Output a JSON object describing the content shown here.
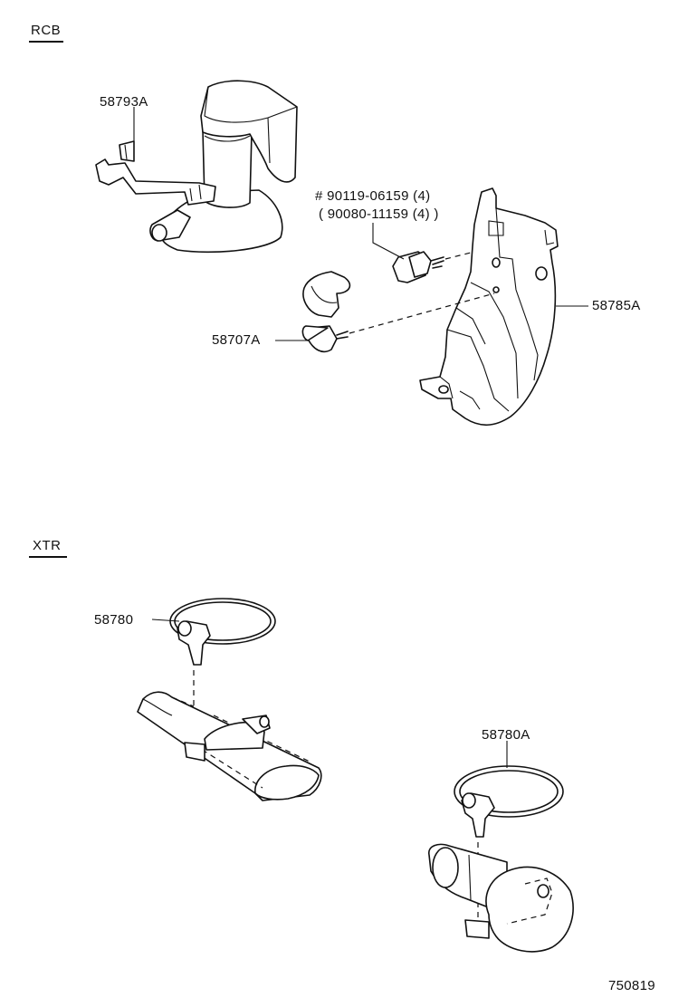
{
  "sections": {
    "rcb": "RCB",
    "xtr": "XTR"
  },
  "labels": {
    "part_58793A": "58793A",
    "bolt_note_1": "# 90119-06159 (4)",
    "bolt_note_2": "( 90080-11159 (4) )",
    "part_58785A": "58785A",
    "part_58707A": "58707A",
    "part_58780": "58780",
    "part_58780A": "58780A"
  },
  "figure_number": "750819"
}
